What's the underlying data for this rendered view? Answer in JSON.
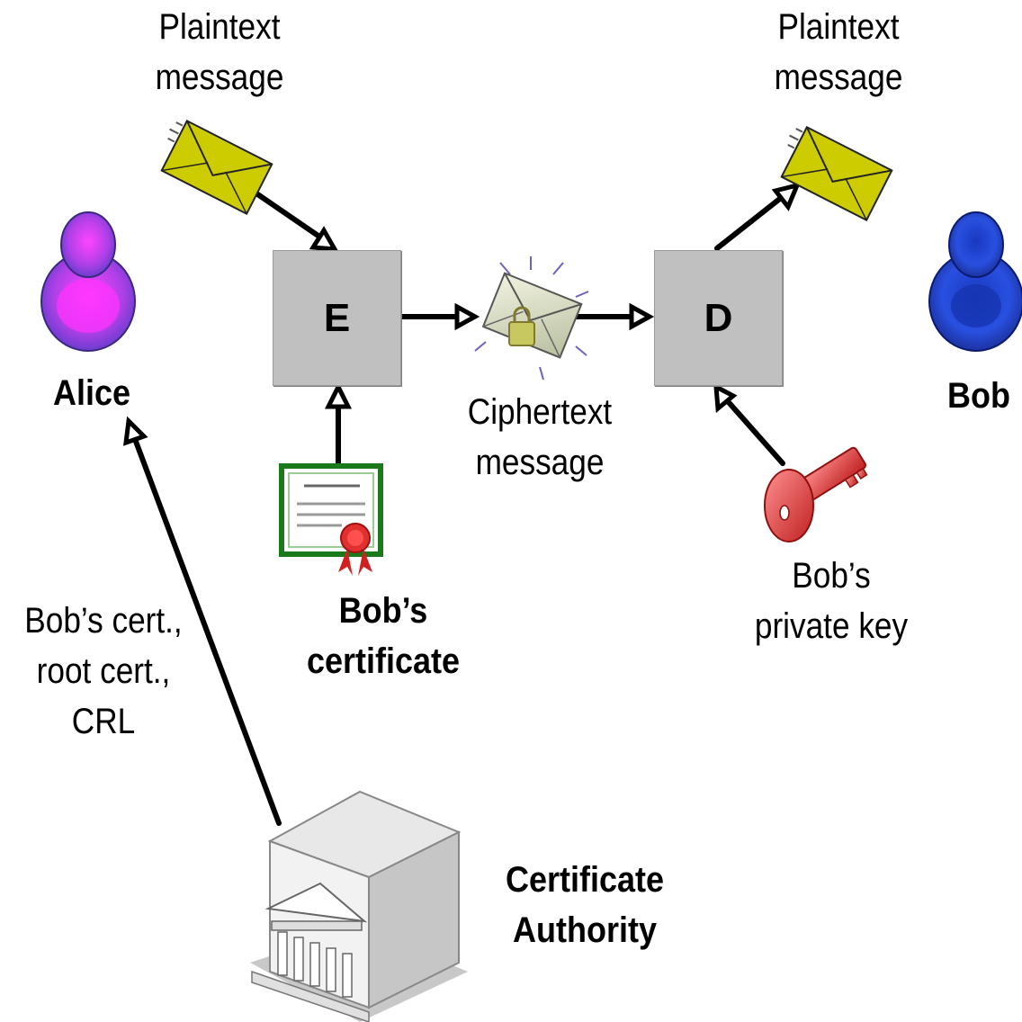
{
  "labels": {
    "plaintext_left": "Plaintext\nmessage",
    "plaintext_right": "Plaintext\nmessage",
    "alice": "Alice",
    "bob": "Bob",
    "ciphertext": "Ciphertext\nmessage",
    "bobs_certificate": "Bob’s\ncertificate",
    "bobs_private_key": "Bob’s\nprivate key",
    "ca_distribution": "Bob’s cert.,\nroot cert.,\nCRL",
    "certificate_authority": "Certificate\nAuthority"
  },
  "boxes": {
    "encrypt": "E",
    "decrypt": "D"
  },
  "icons": {
    "alice": "person-icon",
    "bob": "person-icon",
    "plaintext_left": "envelope-icon",
    "plaintext_right": "envelope-icon",
    "ciphertext": "sealed-envelope-icon",
    "certificate": "certificate-icon",
    "private_key": "key-icon",
    "certificate_authority": "building-icon"
  },
  "colors": {
    "alice": "#cc33ff",
    "bob": "#1a3dcc",
    "envelope": "#cccc00",
    "key": "#e04040",
    "box": "#c0c0c0"
  }
}
